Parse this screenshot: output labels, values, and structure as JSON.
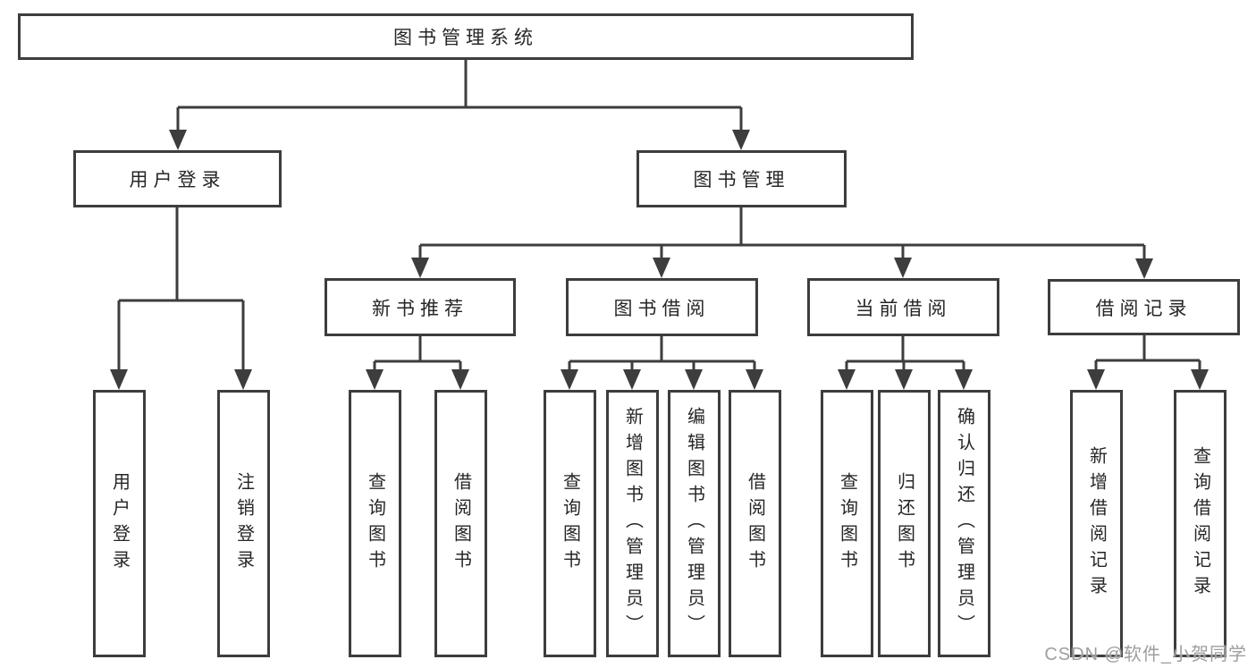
{
  "colors": {
    "line": "#3d3d3d",
    "text": "#262626",
    "watermark": "#9e9e9e"
  },
  "diagram": {
    "root": {
      "label": "图书管理系统"
    },
    "branches": [
      {
        "label": "用户登录",
        "children": [
          {
            "label": "用户登录"
          },
          {
            "label": "注销登录"
          }
        ]
      },
      {
        "label": "图书管理",
        "children": [
          {
            "label": "新书推荐",
            "children": [
              {
                "label": "查询图书"
              },
              {
                "label": "借阅图书"
              }
            ]
          },
          {
            "label": "图书借阅",
            "children": [
              {
                "label": "查询图书"
              },
              {
                "label": "新增图书（管理员）"
              },
              {
                "label": "编辑图书（管理员）"
              },
              {
                "label": "借阅图书"
              }
            ]
          },
          {
            "label": "当前借阅",
            "children": [
              {
                "label": "查询图书"
              },
              {
                "label": "归还图书"
              },
              {
                "label": "确认归还（管理员）"
              }
            ]
          },
          {
            "label": "借阅记录",
            "children": [
              {
                "label": "新增借阅记录"
              },
              {
                "label": "查询借阅记录"
              }
            ]
          }
        ]
      }
    ]
  },
  "watermark": {
    "text": "CSDN @软件_小贺同学"
  }
}
